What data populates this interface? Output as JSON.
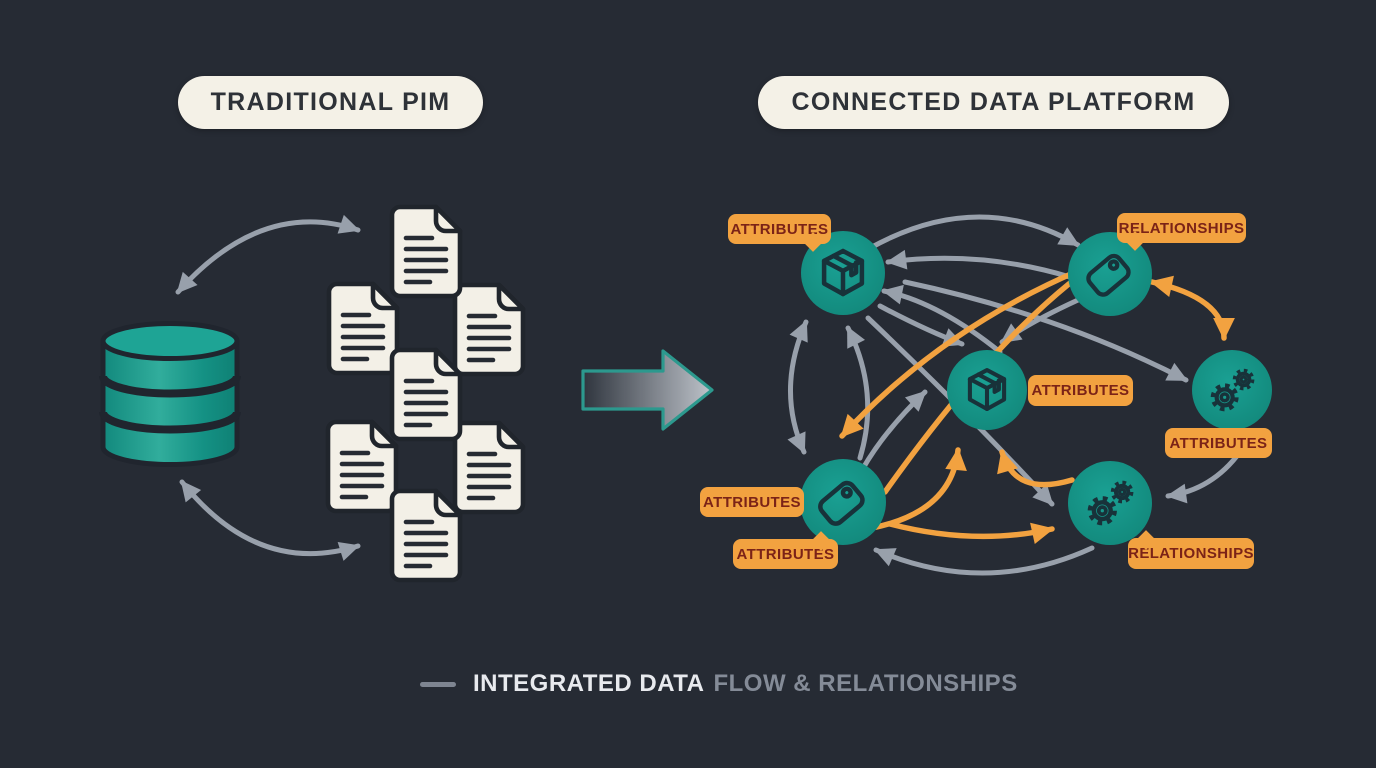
{
  "titles": {
    "left": "TRADITIONAL PIM",
    "right": "CONNECTED DATA PLATFORM"
  },
  "labels": {
    "attributes": "ATTRIBUTES",
    "relationships": "RELATIONSHIPS"
  },
  "legend": {
    "primary": "INTEGRATED DATA",
    "secondary": "FLOW & RELATIONSHIPS"
  },
  "left_panel": {
    "icon": "database-cylinder-icon",
    "document_count": 7
  },
  "right_panel": {
    "nodes": [
      {
        "icon": "package-box-icon",
        "label": "ATTRIBUTES"
      },
      {
        "icon": "price-tag-icon",
        "label": "RELATIONSHIPS"
      },
      {
        "icon": "package-box-icon",
        "label": "ATTRIBUTES"
      },
      {
        "icon": "gears-icon",
        "label": "ATTRIBUTES"
      },
      {
        "icon": "price-tag-icon",
        "label": "ATTRIBUTES"
      },
      {
        "icon": "gears-icon",
        "label": "RELATIONSHIPS"
      }
    ]
  },
  "colors": {
    "background": "#262b34",
    "teal": "#16988b",
    "orange": "#f2a240",
    "label_text": "#7b2317",
    "cream": "#f4f1e7",
    "arrow_gray": "#98a0ab",
    "icon_dark": "#18323a",
    "legend_primary": "#e8eaee",
    "legend_secondary": "#848b97"
  }
}
